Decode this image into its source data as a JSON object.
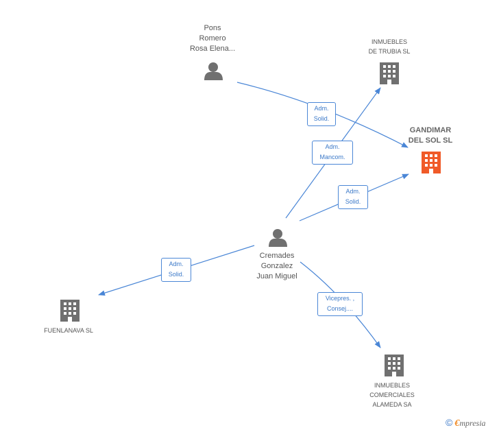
{
  "colors": {
    "edge": "#4a86d6",
    "icon": "#707070",
    "focus_icon": "#f05a28",
    "text": "#555555"
  },
  "nodes": {
    "pons": {
      "lines": [
        "Pons",
        "Romero",
        "Rosa Elena..."
      ],
      "icon": "person-icon"
    },
    "trubia": {
      "lines": [
        "INMUEBLES",
        "DE TRUBIA SL"
      ],
      "icon": "building-icon"
    },
    "gandimar": {
      "lines": [
        "GANDIMAR",
        "DEL SOL SL"
      ],
      "icon": "building-icon"
    },
    "cremades": {
      "lines": [
        "Cremades",
        "Gonzalez",
        "Juan Miguel"
      ],
      "icon": "person-icon"
    },
    "fuenlanava": {
      "lines": [
        "FUENLANAVA SL"
      ],
      "icon": "building-icon"
    },
    "alameda": {
      "lines": [
        "INMUEBLES",
        "COMERCIALES",
        "ALAMEDA SA"
      ],
      "icon": "building-icon"
    }
  },
  "edges": {
    "pons_gandimar": [
      "Adm.",
      "Solid."
    ],
    "cremades_trubia": [
      "Adm.",
      "Mancom."
    ],
    "cremades_gandimar": [
      "Adm.",
      "Solid."
    ],
    "cremades_fuenlanava": [
      "Adm.",
      "Solid."
    ],
    "cremades_alameda": [
      "Vicepres. ,",
      "Consej...."
    ]
  },
  "brand": {
    "copyright": "©",
    "initial": "€",
    "name": "mpresia"
  }
}
